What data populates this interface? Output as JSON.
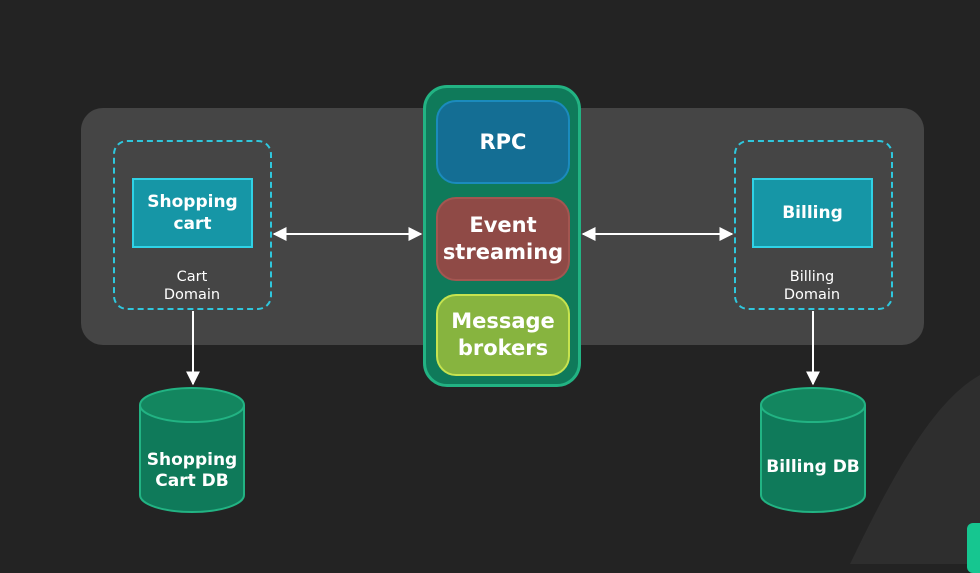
{
  "colors": {
    "background": "#232323",
    "band": "#454545",
    "domain_border": "#2fc7dd",
    "service_fill": "#1696a6",
    "hub_fill": "#0f7a5a",
    "rpc_fill": "#146e94",
    "event_fill": "#8f4a46",
    "broker_fill": "#87b43f",
    "db_fill": "#0f7a5a",
    "arrow": "#ffffff"
  },
  "left_domain": {
    "service_label": "Shopping\ncart",
    "domain_label": "Cart\nDomain",
    "database_label": "Shopping\nCart DB"
  },
  "right_domain": {
    "service_label": "Billing",
    "domain_label": "Billing\nDomain",
    "database_label": "Billing DB"
  },
  "hub": {
    "rpc_label": "RPC",
    "event_label": "Event\nstreaming",
    "broker_label": "Message\nbrokers"
  }
}
